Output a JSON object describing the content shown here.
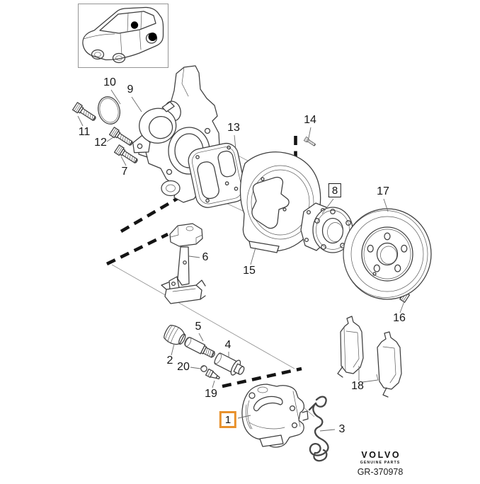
{
  "branding": {
    "logo": "VOLVO",
    "tagline": "GENUINE PARTS",
    "drawing_code": "GR-370978"
  },
  "callouts": [
    {
      "label": "1",
      "highlighted": true,
      "boxed": true
    },
    {
      "label": "2"
    },
    {
      "label": "3"
    },
    {
      "label": "4"
    },
    {
      "label": "5"
    },
    {
      "label": "6"
    },
    {
      "label": "7"
    },
    {
      "label": "8",
      "highlighted": false,
      "boxed": true
    },
    {
      "label": "9"
    },
    {
      "label": "10"
    },
    {
      "label": "11"
    },
    {
      "label": "12"
    },
    {
      "label": "13"
    },
    {
      "label": "14"
    },
    {
      "label": "15"
    },
    {
      "label": "16"
    },
    {
      "label": "17"
    },
    {
      "label": "18"
    },
    {
      "label": "19"
    },
    {
      "label": "20"
    }
  ],
  "colors": {
    "line": "#3d3d3d",
    "highlight_box": "#e8912c",
    "callout_box_border": "#1a1a1a",
    "marker_dash": "#141414"
  }
}
